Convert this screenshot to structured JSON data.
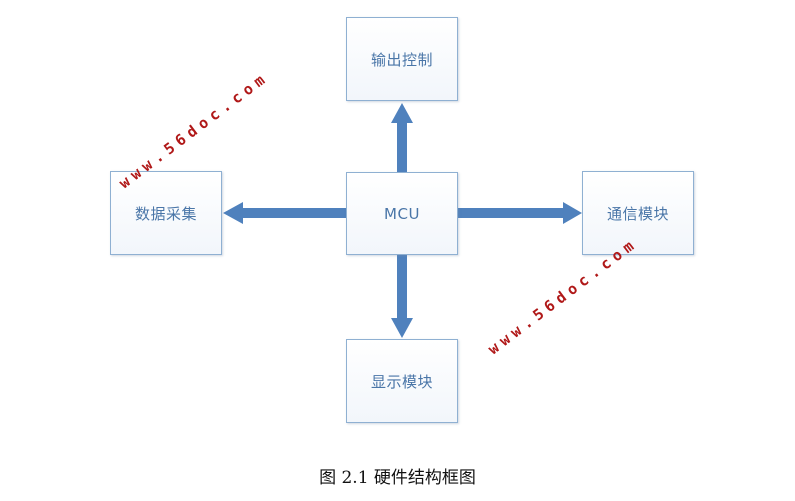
{
  "diagram": {
    "nodes": {
      "output": "输出控制",
      "mcu": "MCU",
      "data": "数据采集",
      "comm": "通信模块",
      "display": "显示模块"
    },
    "edges": [
      {
        "from": "mcu",
        "to": "output"
      },
      {
        "from": "mcu",
        "to": "data"
      },
      {
        "from": "mcu",
        "to": "comm"
      },
      {
        "from": "mcu",
        "to": "display"
      }
    ],
    "arrow_color": "#4f81bd",
    "box_border_color": "#8fb0d2",
    "text_color": "#4a76a8"
  },
  "watermark": "www.56doc.com",
  "caption": "图 2.1  硬件结构框图"
}
